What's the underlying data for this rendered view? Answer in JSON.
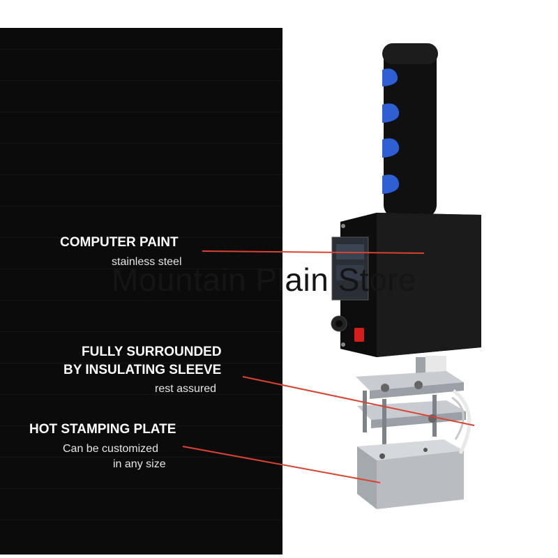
{
  "callouts": [
    {
      "title": "COMPUTER PAINT",
      "subtitle": "stainless steel"
    },
    {
      "title_line1": "FULLY SURROUNDED",
      "title_line2": "BY INSULATING SLEEVE",
      "subtitle": "rest assured"
    },
    {
      "title": "HOT STAMPING PLATE",
      "subtitle_line1": "Can be customized",
      "subtitle_line2": "in any size"
    }
  ],
  "watermark": "Mountain Plain Store",
  "colors": {
    "panel": "#0b0b0b",
    "leader_line": "#d9432f",
    "grip_accent": "#2f5fd0",
    "enclosure": "#141414",
    "switch": "#d41e1e",
    "aluminum": "#c8ccd0"
  }
}
